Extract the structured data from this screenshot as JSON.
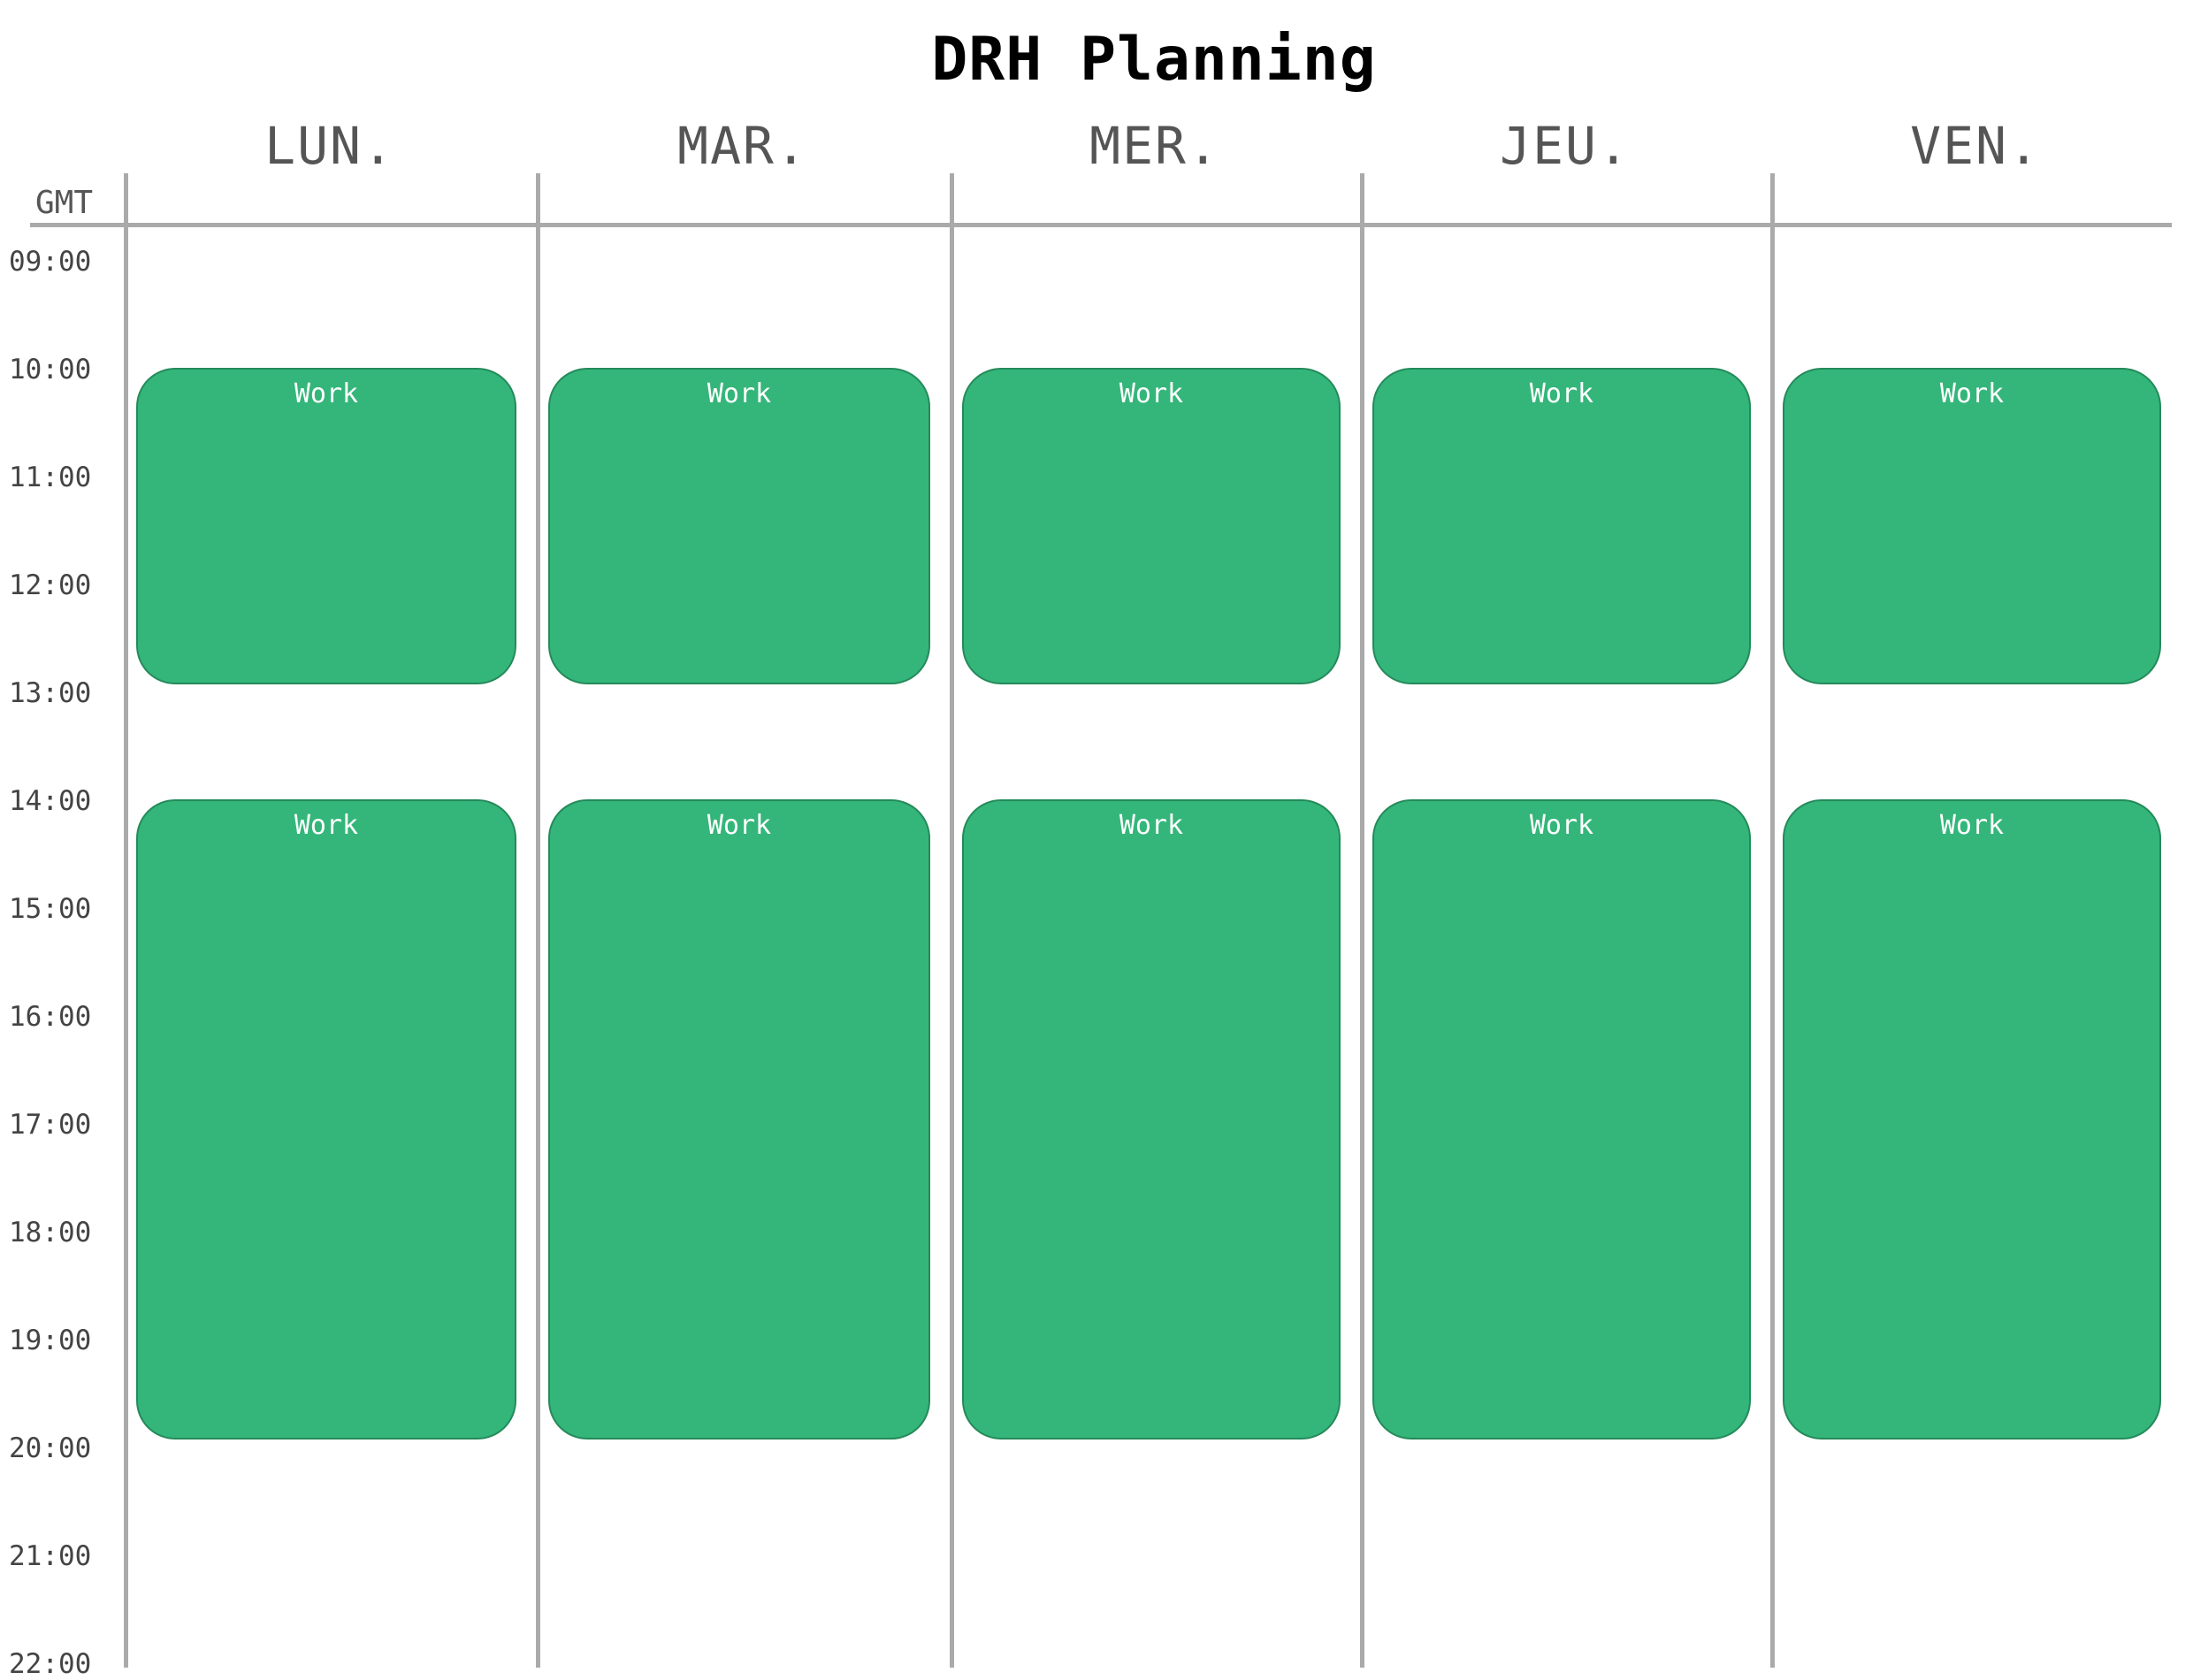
{
  "title": "DRH Planning",
  "timezone_label": "GMT",
  "colors": {
    "event_fill": "#34b67a",
    "event_border": "#248a5a",
    "grid": "#aaaaaa",
    "header_text": "#555555"
  },
  "days": [
    {
      "label": "LUN.",
      "events": [
        {
          "label": "Work",
          "start": "10:00",
          "end": "13:00"
        },
        {
          "label": "Work",
          "start": "14:00",
          "end": "20:00"
        }
      ]
    },
    {
      "label": "MAR.",
      "events": [
        {
          "label": "Work",
          "start": "10:00",
          "end": "13:00"
        },
        {
          "label": "Work",
          "start": "14:00",
          "end": "20:00"
        }
      ]
    },
    {
      "label": "MER.",
      "events": [
        {
          "label": "Work",
          "start": "10:00",
          "end": "13:00"
        },
        {
          "label": "Work",
          "start": "14:00",
          "end": "20:00"
        }
      ]
    },
    {
      "label": "JEU.",
      "events": [
        {
          "label": "Work",
          "start": "10:00",
          "end": "13:00"
        },
        {
          "label": "Work",
          "start": "14:00",
          "end": "20:00"
        }
      ]
    },
    {
      "label": "VEN.",
      "events": [
        {
          "label": "Work",
          "start": "10:00",
          "end": "13:00"
        },
        {
          "label": "Work",
          "start": "14:00",
          "end": "20:00"
        }
      ]
    }
  ],
  "hours": [
    "09:00",
    "10:00",
    "11:00",
    "12:00",
    "13:00",
    "14:00",
    "15:00",
    "16:00",
    "17:00",
    "18:00",
    "19:00",
    "20:00",
    "21:00",
    "22:00"
  ]
}
